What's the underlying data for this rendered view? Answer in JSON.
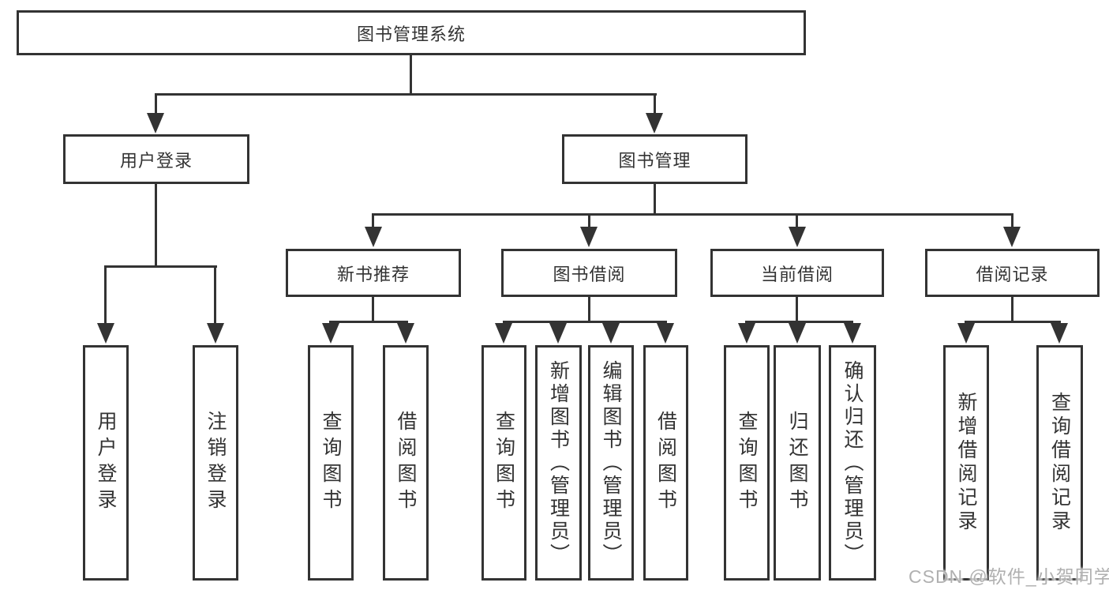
{
  "watermark": "CSDN @软件_小贺同学",
  "colors": {
    "line": "#333333",
    "text": "#333333",
    "watermark": "#b0b0b0",
    "background": "#ffffff"
  },
  "tree": {
    "label": "图书管理系统",
    "children": [
      {
        "label": "用户登录",
        "children": [
          {
            "label": "用户登录"
          },
          {
            "label": "注销登录"
          }
        ]
      },
      {
        "label": "图书管理",
        "children": [
          {
            "label": "新书推荐",
            "children": [
              {
                "label": "查询图书"
              },
              {
                "label": "借阅图书"
              }
            ]
          },
          {
            "label": "图书借阅",
            "children": [
              {
                "label": "查询图书"
              },
              {
                "label": "新增图书（管理员）"
              },
              {
                "label": "编辑图书（管理员）"
              },
              {
                "label": "借阅图书"
              }
            ]
          },
          {
            "label": "当前借阅",
            "children": [
              {
                "label": "查询图书"
              },
              {
                "label": "归还图书"
              },
              {
                "label": "确认归还（管理员）"
              }
            ]
          },
          {
            "label": "借阅记录",
            "children": [
              {
                "label": "新增借阅记录"
              },
              {
                "label": "查询借阅记录"
              }
            ]
          }
        ]
      }
    ]
  }
}
